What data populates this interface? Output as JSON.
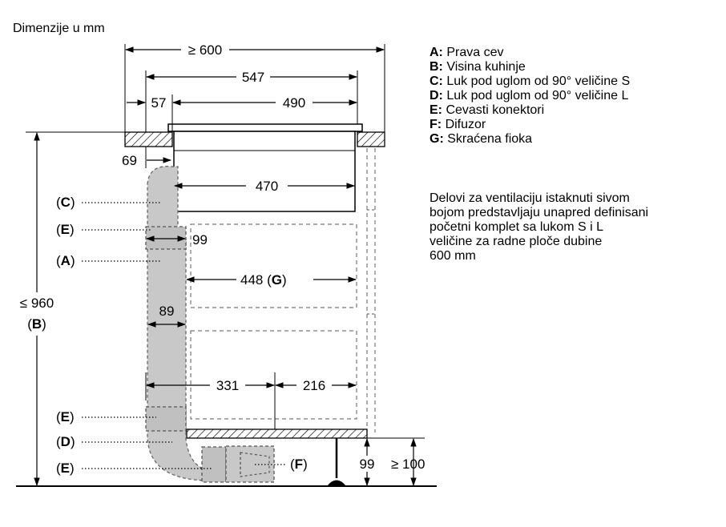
{
  "header": {
    "title": "Dimenzije u mm"
  },
  "dimensions": {
    "width_min": "≥ 600",
    "inner_width": "547",
    "offset": "57",
    "cutout_width": "490",
    "edge_offset": "69",
    "hob_body_width": "470",
    "connector_width": "99",
    "drawer_depth_value": "448",
    "drawer_depth_key": "G",
    "duct_width": "89",
    "span_left": "331",
    "span_right": "216",
    "height_max": "≤ 960",
    "height_key": "B",
    "plinth_height": "99",
    "plinth_min": "≥ 100"
  },
  "labels": {
    "c": "C",
    "e1": "E",
    "a": "A",
    "e2": "E",
    "d": "D",
    "e3": "E",
    "f": "F"
  },
  "legend": [
    {
      "key": "A:",
      "text": "Prava cev"
    },
    {
      "key": "B:",
      "text": "Visina kuhinje"
    },
    {
      "key": "C:",
      "text": "Luk pod uglom od 90° veličine S"
    },
    {
      "key": "D:",
      "text": "Luk pod uglom od 90° veličine L"
    },
    {
      "key": "E:",
      "text": "Cevasti konektori"
    },
    {
      "key": "F:",
      "text": "Difuzor"
    },
    {
      "key": "G:",
      "text": "Skraćena fioka"
    }
  ],
  "note": {
    "lines": [
      "Delovi za ventilaciju istaknuti sivom",
      "bojom predstavljaju unapred definisani",
      "početni komplet sa lukom S i L",
      "veličine za radne ploče dubine",
      "600 mm"
    ]
  }
}
